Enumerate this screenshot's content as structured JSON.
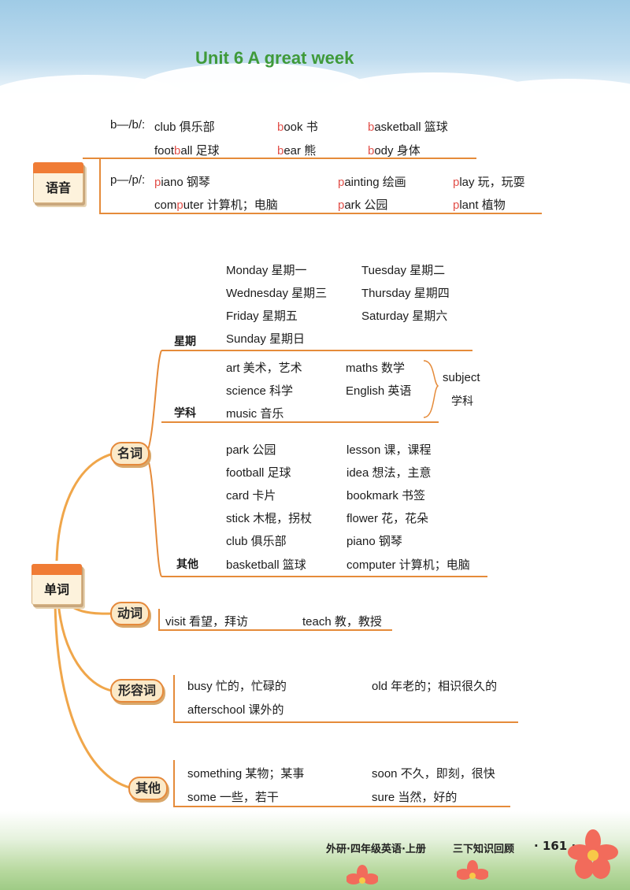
{
  "title": "Unit 6    A great week",
  "phonics": {
    "label": "语音",
    "b_head": "b—/b/:",
    "b_rows": [
      [
        {
          "pre": "",
          "hl": "",
          "post": "club 俱乐部"
        },
        {
          "pre": "",
          "hl": "b",
          "post": "ook 书"
        },
        {
          "pre": "",
          "hl": "b",
          "post": "asketball 篮球"
        }
      ],
      [
        {
          "pre": "foot",
          "hl": "b",
          "post": "all 足球"
        },
        {
          "pre": "",
          "hl": "b",
          "post": "ear 熊"
        },
        {
          "pre": "",
          "hl": "b",
          "post": "ody 身体"
        }
      ]
    ],
    "p_head": "p—/p/:",
    "p_rows": [
      [
        {
          "pre": "",
          "hl": "p",
          "post": "iano 钢琴"
        },
        {
          "pre": "",
          "hl": "p",
          "post": "ainting 绘画"
        },
        {
          "pre": "",
          "hl": "p",
          "post": "lay 玩，玩耍"
        }
      ],
      [
        {
          "pre": "com",
          "hl": "p",
          "post": "uter 计算机；电脑"
        },
        {
          "pre": "",
          "hl": "p",
          "post": "ark 公园"
        },
        {
          "pre": "",
          "hl": "p",
          "post": "lant 植物"
        }
      ]
    ]
  },
  "vocab": {
    "label": "单词",
    "noun_label": "名词",
    "week_label": "星期",
    "week_left": [
      "Monday 星期一",
      "Wednesday 星期三",
      "Friday 星期五",
      "Sunday 星期日"
    ],
    "week_right": [
      "Tuesday 星期二",
      "Thursday 星期四",
      "Saturday 星期六"
    ],
    "subj_label": "学科",
    "subj_left": [
      "art 美术，艺术",
      "science 科学",
      "music 音乐"
    ],
    "subj_right": [
      "maths 数学",
      "English 英语"
    ],
    "subj_group_en": "subject",
    "subj_group_cn": "学科",
    "other_label": "其他",
    "other_left": [
      "park 公园",
      "football 足球",
      "card 卡片",
      "stick 木棍，拐杖",
      "club 俱乐部",
      "basketball 篮球"
    ],
    "other_right": [
      "lesson 课，课程",
      "idea 想法，主意",
      "bookmark 书签",
      "flower 花，花朵",
      "piano 钢琴",
      "computer 计算机；电脑"
    ],
    "verb_label": "动词",
    "verbs": [
      "visit 看望，拜访",
      "teach 教，教授"
    ],
    "adj_label": "形容词",
    "adjs": [
      "busy 忙的，忙碌的",
      "old 年老的；相识很久的",
      "afterschool 课外的"
    ],
    "misc_label": "其他",
    "misc": [
      "something 某物；某事",
      "soon 不久，即刻，很快",
      "some 一些，若干",
      "sure 当然，好的"
    ]
  },
  "footer": {
    "book": "外研·四年级英语·上册",
    "section": "三下知识回顾",
    "page": "· 161 ·"
  },
  "colors": {
    "accent": "#e58b3a",
    "title": "#3f9a3a",
    "highlight": "#e2504a"
  }
}
